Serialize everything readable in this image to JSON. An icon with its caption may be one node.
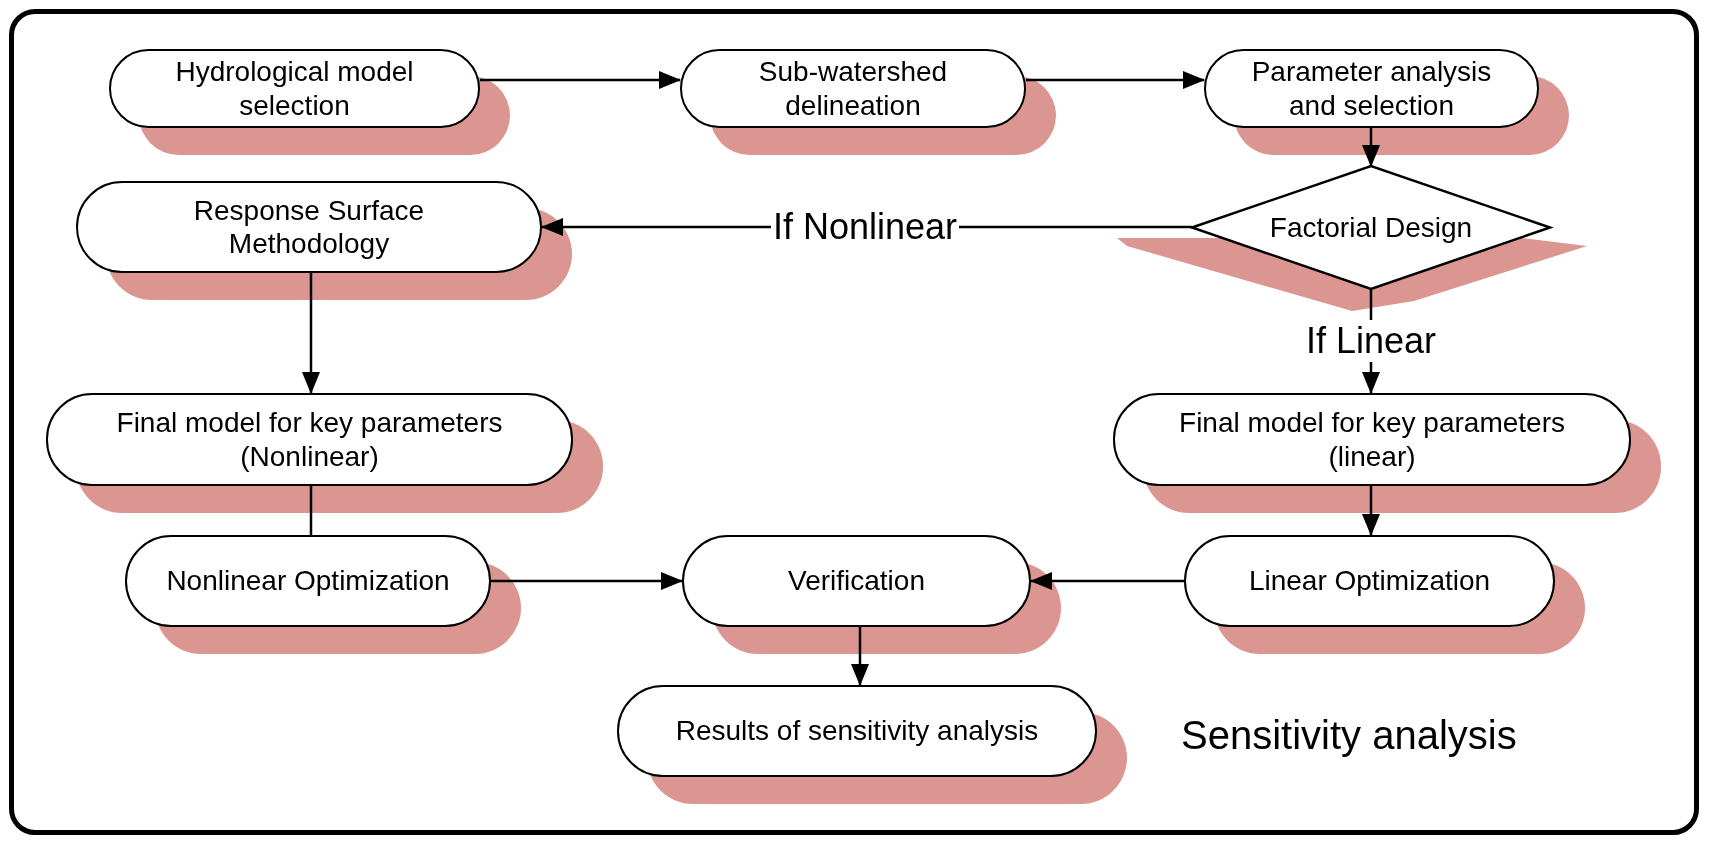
{
  "diagram": {
    "nodes": [
      {
        "text": [
          "Hydrological model selection"
        ]
      },
      {
        "text": [
          "Sub-watershed delineation"
        ]
      },
      {
        "text": [
          "Parameter analysis and selection"
        ]
      },
      {
        "text": [
          "Factorial Design"
        ]
      },
      {
        "text": [
          "Response Surface Methodology"
        ]
      },
      {
        "text": [
          "Final model for key parameters (Nonlinear)"
        ]
      },
      {
        "text": [
          "Final model for key parameters (linear)"
        ]
      },
      {
        "text": [
          "Nonlinear Optimization"
        ]
      },
      {
        "text": [
          "Verification"
        ]
      },
      {
        "text": [
          "Linear Optimization"
        ]
      },
      {
        "text": [
          "Results of sensitivity analysis"
        ]
      }
    ],
    "edges": [
      {
        "from": 0,
        "to": 1,
        "arrow": "to"
      },
      {
        "from": 1,
        "to": 2,
        "arrow": "to"
      },
      {
        "from": 2,
        "to": 3,
        "arrow": "to"
      },
      {
        "from": 3,
        "to": 4,
        "arrow": "to",
        "label": "If Nonlinear"
      },
      {
        "from": 3,
        "to": 6,
        "arrow": "to",
        "label": "If Linear"
      },
      {
        "from": 4,
        "to": 5,
        "arrow": "to"
      },
      {
        "from": 5,
        "to": 7,
        "arrow": "none"
      },
      {
        "from": 7,
        "to": 8,
        "arrow": "to"
      },
      {
        "from": 9,
        "to": 8,
        "arrow": "to"
      },
      {
        "from": 6,
        "to": 9,
        "arrow": "to"
      },
      {
        "from": 8,
        "to": 10,
        "arrow": "to"
      }
    ],
    "labels": [
      "Sensitivity analysis"
    ]
  }
}
